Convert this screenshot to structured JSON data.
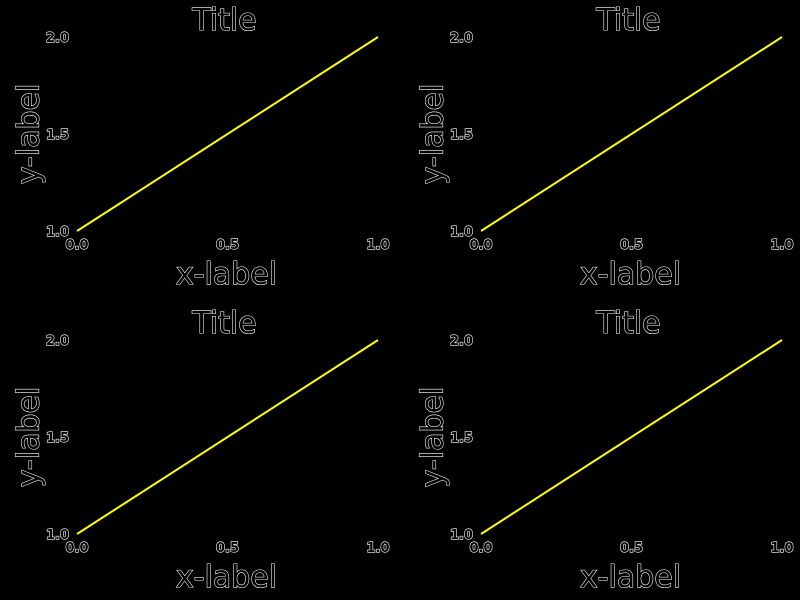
{
  "figure": {
    "background": "#000000",
    "text_color": "#ffffff",
    "line_color": "#ffff00",
    "layout": "2x2 grid"
  },
  "chart_data": [
    {
      "type": "line",
      "title": "Title",
      "xlabel": "x-label",
      "ylabel": "y-label",
      "xlim": [
        0.0,
        1.0
      ],
      "ylim": [
        1.0,
        2.0
      ],
      "xticks": [
        "0.0",
        "0.5",
        "1.0"
      ],
      "yticks": [
        "1.0",
        "1.5",
        "2.0"
      ],
      "grid": false,
      "series": [
        {
          "x": [
            0.0,
            1.0
          ],
          "y": [
            1.0,
            2.0
          ],
          "color": "#ffff00"
        }
      ]
    },
    {
      "type": "line",
      "title": "Title",
      "xlabel": "x-label",
      "ylabel": "y-label",
      "xlim": [
        0.0,
        1.0
      ],
      "ylim": [
        1.0,
        2.0
      ],
      "xticks": [
        "0.0",
        "0.5",
        "1.0"
      ],
      "yticks": [
        "1.0",
        "1.5",
        "2.0"
      ],
      "grid": false,
      "series": [
        {
          "x": [
            0.0,
            1.0
          ],
          "y": [
            1.0,
            2.0
          ],
          "color": "#ffff00"
        }
      ]
    },
    {
      "type": "line",
      "title": "Title",
      "xlabel": "x-label",
      "ylabel": "y-label",
      "xlim": [
        0.0,
        1.0
      ],
      "ylim": [
        1.0,
        2.0
      ],
      "xticks": [
        "0.0",
        "0.5",
        "1.0"
      ],
      "yticks": [
        "1.0",
        "1.5",
        "2.0"
      ],
      "grid": false,
      "series": [
        {
          "x": [
            0.0,
            1.0
          ],
          "y": [
            1.0,
            2.0
          ],
          "color": "#ffff00"
        }
      ]
    },
    {
      "type": "line",
      "title": "Title",
      "xlabel": "x-label",
      "ylabel": "y-label",
      "xlim": [
        0.0,
        1.0
      ],
      "ylim": [
        1.0,
        2.0
      ],
      "xticks": [
        "0.0",
        "0.5",
        "1.0"
      ],
      "yticks": [
        "1.0",
        "1.5",
        "2.0"
      ],
      "grid": false,
      "series": [
        {
          "x": [
            0.0,
            1.0
          ],
          "y": [
            1.0,
            2.0
          ],
          "color": "#ffff00"
        }
      ]
    }
  ]
}
